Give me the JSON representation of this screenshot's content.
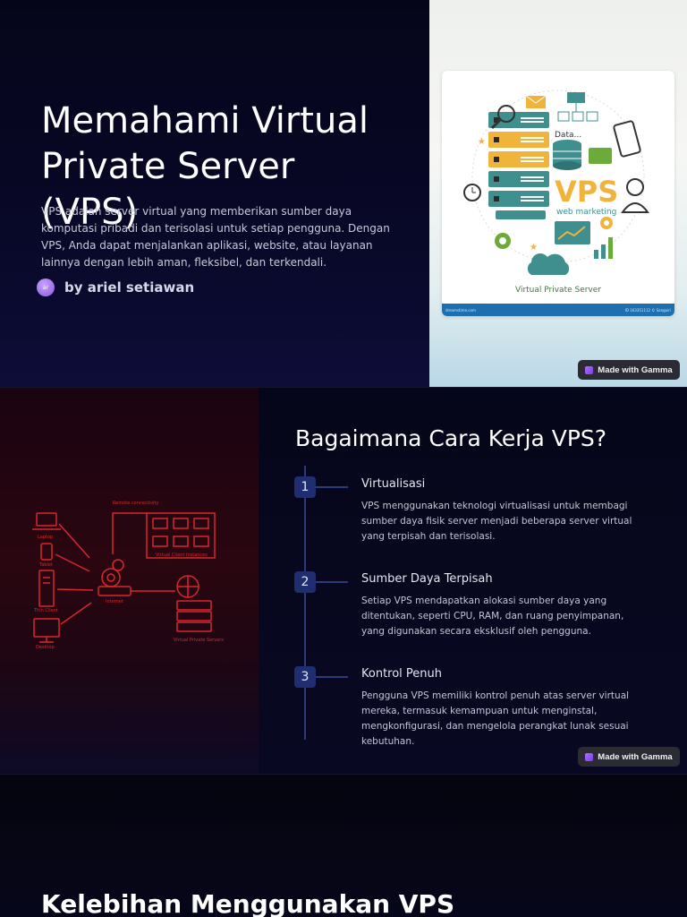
{
  "slide1": {
    "title": "Memahami Virtual Private Server (VPS)",
    "description": "VPS adalah server virtual yang memberikan sumber daya komputasi pribadi dan terisolasi untuk setiap pengguna. Dengan VPS, Anda dapat menjalankan aplikasi, website, atau layanan lainnya dengan lebih aman, fleksibel, dan terkendali.",
    "author": "by ariel setiawan",
    "avatar_initials": "ar",
    "image": {
      "vps_label": "VPS",
      "sub_label": "web marketing",
      "data_label": "Data...",
      "caption": "Virtual Private Server",
      "footer_left": "dreamstime.com",
      "footer_right": "ID 163351112 © Sangoiri"
    }
  },
  "gamma_badge": {
    "label": "Made with Gamma",
    "icon": "gamma-logo-icon"
  },
  "slide2": {
    "title": "Bagaimana Cara Kerja VPS?",
    "diagram": {
      "remote_label": "Remote connectivity",
      "laptop_label": "Laptop",
      "tablet_label": "Tablet",
      "client_label": "Thin Client",
      "desktop_label": "Desktop",
      "internet_label": "Internet",
      "instances_label": "Virtual Client Instances",
      "servers_label": "Virtual Private Servers"
    },
    "steps": [
      {
        "number": "1",
        "title": "Virtualisasi",
        "body": "VPS menggunakan teknologi virtualisasi untuk membagi sumber daya fisik server menjadi beberapa server virtual yang terpisah dan terisolasi."
      },
      {
        "number": "2",
        "title": "Sumber Daya Terpisah",
        "body": "Setiap VPS mendapatkan alokasi sumber daya yang ditentukan, seperti CPU, RAM, dan ruang penyimpanan, yang digunakan secara eksklusif oleh pengguna."
      },
      {
        "number": "3",
        "title": "Kontrol Penuh",
        "body": "Pengguna VPS memiliki kontrol penuh atas server virtual mereka, termasuk kemampuan untuk menginstal, mengkonfigurasi, dan mengelola perangkat lunak sesuai kebutuhan."
      }
    ]
  },
  "slide3": {
    "title": "Kelebihan Menggunakan VPS"
  },
  "colors": {
    "accent_step": "#1f2e70",
    "diagram_red": "#d8262e",
    "gamma_badge": "#2b2b33"
  }
}
